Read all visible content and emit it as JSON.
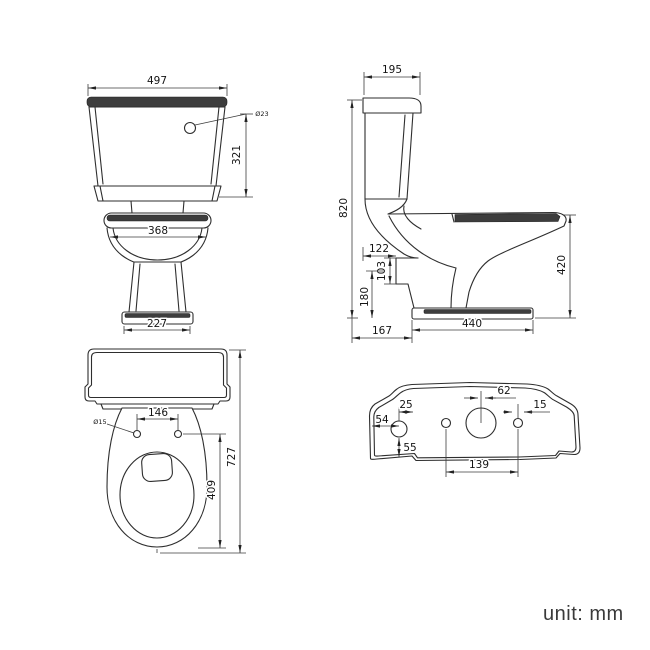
{
  "drawing": {
    "unit_label": "unit: mm",
    "front_view": {
      "width": "497",
      "height": "321",
      "bowl_width": "368",
      "base_width": "227",
      "hole_diameter": "Ø23"
    },
    "side_view": {
      "cistern_depth": "195",
      "overall_height": "820",
      "outlet_setback": "122",
      "outlet_span": "103",
      "outlet_height": "180",
      "rear_clearance": "167",
      "base_depth": "440",
      "pan_height": "420"
    },
    "top_view": {
      "hinge_hole_spacing": "146",
      "overall_depth": "727",
      "bowl_length": "409",
      "hinge_hole_diameter": "Ø15"
    },
    "back_view": {
      "flush_hole_offset": "62",
      "lever_hole_top_offset": "25",
      "lever_hole_side_offset": "54",
      "lever_hole_bottom_offset": "55",
      "fixing_hole_diameter": "15",
      "fixing_hole_spacing": "139"
    }
  }
}
